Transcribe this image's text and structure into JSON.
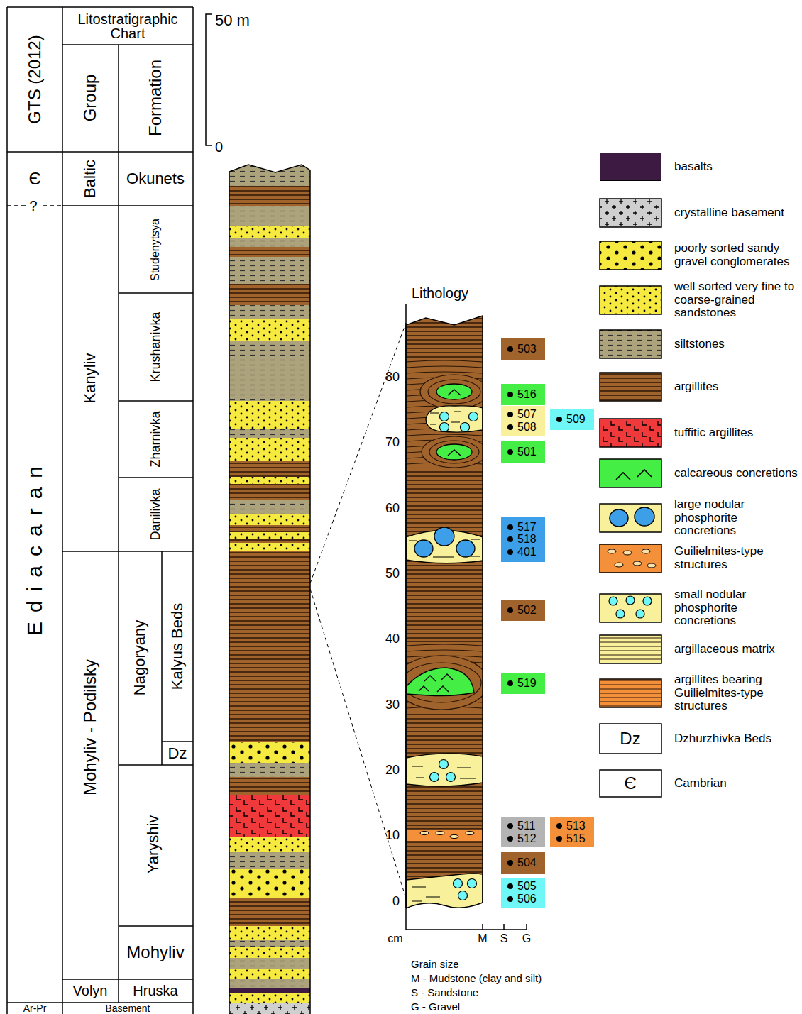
{
  "diagram": {
    "nodes": [
      {
        "text": [
          "503"
        ]
      },
      {
        "text": [
          "516"
        ]
      },
      {
        "text": [
          "507",
          "508"
        ]
      },
      {
        "text": [
          "509"
        ]
      },
      {
        "text": [
          "501"
        ]
      },
      {
        "text": [
          "517",
          "518",
          "401"
        ]
      },
      {
        "text": [
          "502"
        ]
      },
      {
        "text": [
          "519"
        ]
      },
      {
        "text": [
          "511",
          "512"
        ]
      },
      {
        "text": [
          "513",
          "515"
        ]
      },
      {
        "text": [
          "504"
        ]
      },
      {
        "text": [
          "505",
          "506"
        ]
      }
    ],
    "labels": [
      "Litostratigraphic Chart",
      "GTS (2012)",
      "Group",
      "Formation",
      "50 m",
      "0",
      "Є",
      "Baltic",
      "Okunets",
      "?",
      "Ediacaran",
      "Kanyliv",
      "Studenytsya",
      "Krushanivka",
      "Zharnivka",
      "Danilivka",
      "Mohyliv - Podilsky",
      "Nagoryany",
      "Kalyus Beds",
      "Dz",
      "Yaryshiv",
      "Mohyliv",
      "Volyn",
      "Hruska",
      "Ar-Pr",
      "Basement",
      "Lithology",
      "80",
      "70",
      "60",
      "50",
      "40",
      "30",
      "20",
      "10",
      "0",
      "cm",
      "M",
      "S",
      "G",
      "Grain size",
      "M - Mudstone (clay and silt)",
      "S - Sandstone",
      "G - Gravel",
      "Dz",
      "Є"
    ],
    "legend": [
      {
        "text": "basalts",
        "color": "#3d1a42"
      },
      {
        "text": "crystalline basement"
      },
      {
        "text": "poorly sorted sandy gravel conglomerates"
      },
      {
        "text": "well sorted very fine to coarse-grained sandstones"
      },
      {
        "text": "siltstones"
      },
      {
        "text": "argillites"
      },
      {
        "text": "tuffitic argillites"
      },
      {
        "text": "calcareous concretions"
      },
      {
        "text": "large nodular phosphorite concretions"
      },
      {
        "text": "Guilielmites-type structures"
      },
      {
        "text": "small nodular phosphorite concretions"
      },
      {
        "text": "argillaceous matrix"
      },
      {
        "text": "argillites bearing Guilielmites-type structures"
      },
      {
        "text": "Dzhurzhivka Beds"
      },
      {
        "text": "Cambrian"
      }
    ]
  }
}
